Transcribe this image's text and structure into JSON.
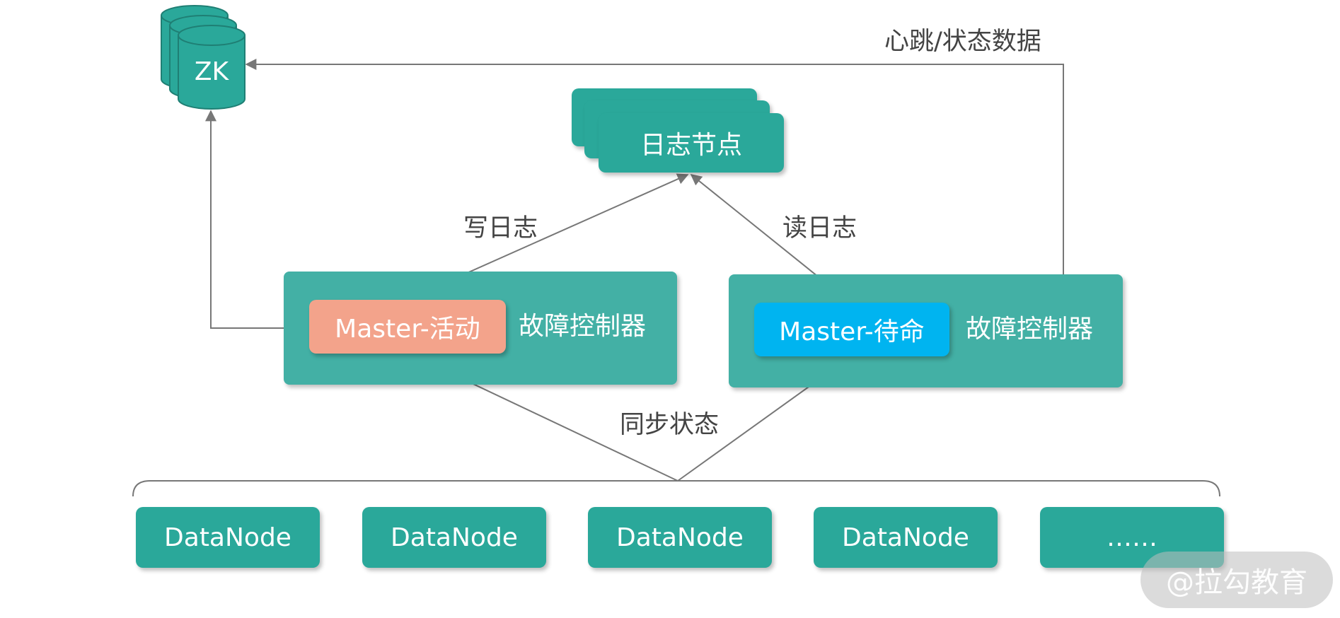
{
  "zk": {
    "label": "ZK"
  },
  "log_node": {
    "label": "日志节点"
  },
  "edges": {
    "heartbeat": "心跳/状态数据",
    "write_log": "写日志",
    "read_log": "读日志",
    "sync_state": "同步状态"
  },
  "active_group": {
    "master_label": "Master-活动",
    "controller_label": "故障控制器"
  },
  "standby_group": {
    "master_label": "Master-待命",
    "controller_label": "故障控制器"
  },
  "datanodes": [
    "DataNode",
    "DataNode",
    "DataNode",
    "DataNode",
    "……"
  ],
  "watermark": "@拉勾教育",
  "colors": {
    "teal": "#2aa89a",
    "panel": "#43b0a5",
    "master_active": "#f3a38b",
    "master_standby": "#00b4f0",
    "line": "#777777"
  }
}
